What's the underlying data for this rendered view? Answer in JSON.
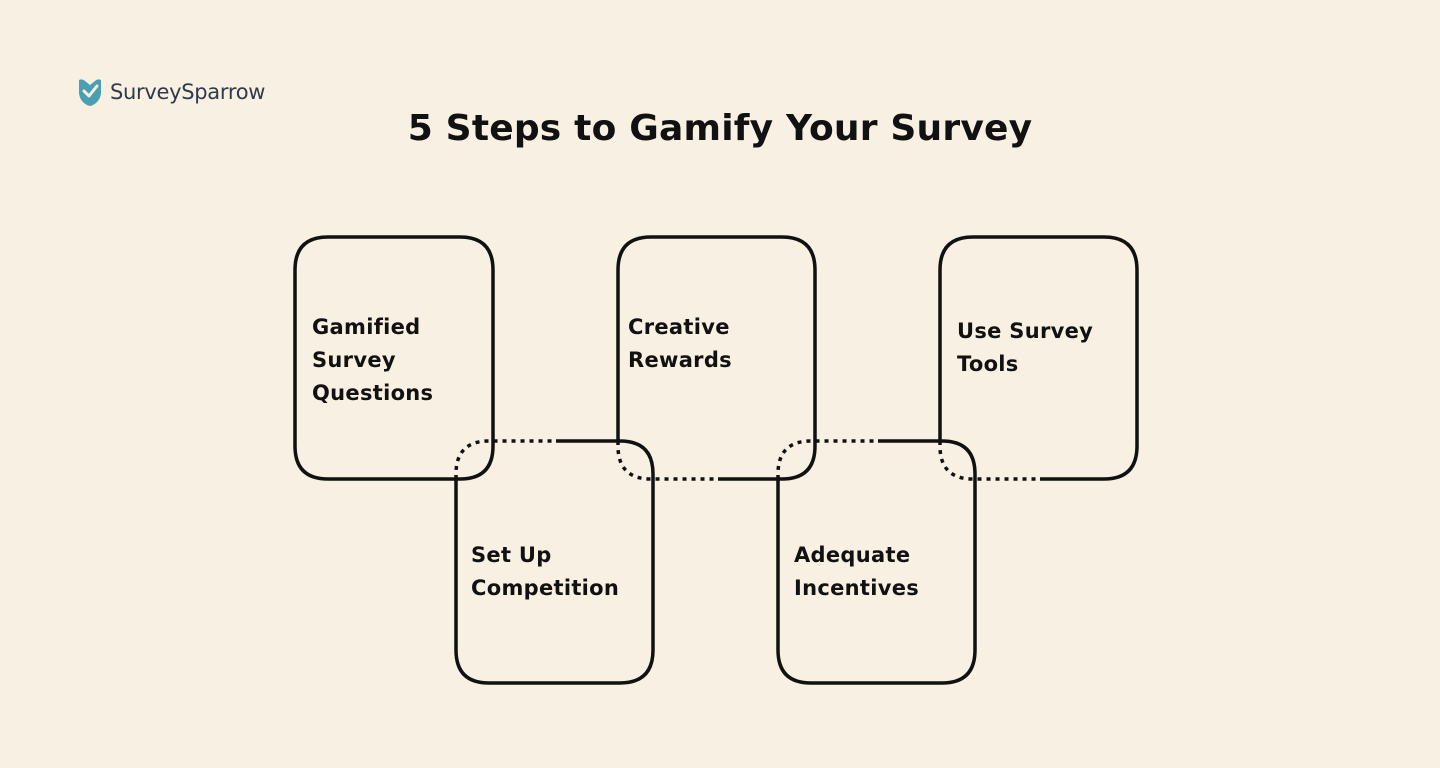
{
  "brand": {
    "name": "SurveySparrow",
    "icon": "sparrow-check-icon",
    "color": "#4a9fb0"
  },
  "title": "5 Steps to Gamify Your Survey",
  "steps": [
    {
      "label1": "Gamified",
      "label2": "Survey",
      "label3": "Questions"
    },
    {
      "label1": "Set Up",
      "label2": "Competition"
    },
    {
      "label1": "Creative",
      "label2": "Rewards"
    },
    {
      "label1": "Adequate",
      "label2": "Incentives"
    },
    {
      "label1": "Use Survey",
      "label2": "Tools"
    }
  ]
}
